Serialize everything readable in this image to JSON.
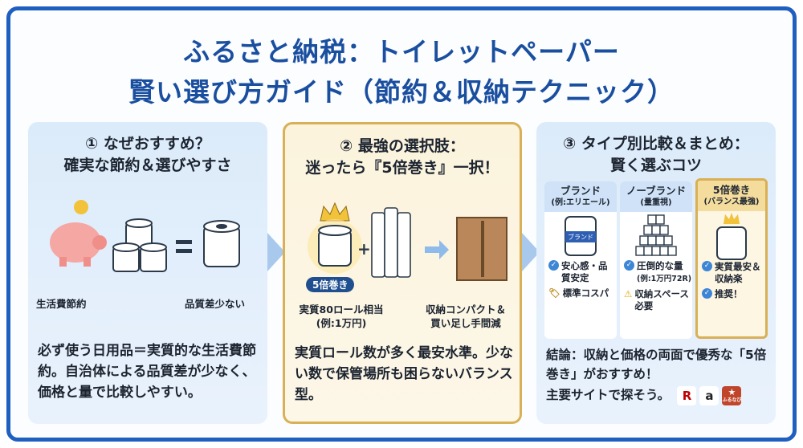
{
  "title": {
    "line1": "ふるさと納税：トイレットペーパー",
    "line2": "賢い選び方ガイド（節約＆収納テクニック）"
  },
  "panel1": {
    "heading1": "① なぜおすすめ？",
    "heading2": "確実な節約＆選びやすさ",
    "icon_left": "piggy-bank-with-coin",
    "label_left": "生活費節約",
    "equals": "=",
    "label_right": "品質差少ない",
    "body": "必ず使う日用品＝実質的な生活費節約。自治体による品質差が少なく、価格と量で比較しやすい。"
  },
  "panel2": {
    "heading1": "② 最強の選択肢：",
    "heading2": "迷ったら『5倍巻き』一択！",
    "badge": "5倍巻き",
    "plus": "+",
    "label_left1": "実質80ロール相当",
    "label_left2": "(例:1万円)",
    "label_right1": "収納コンパクト＆",
    "label_right2": "買い足し手間減",
    "body": "実質ロール数が多く最安水準。少ない数で保管場所も困らないバランス型。"
  },
  "panel3": {
    "heading1": "③ タイプ別比較＆まとめ：",
    "heading2": "賢く選ぶコツ",
    "columns": [
      {
        "title": "ブランド",
        "sub": "(例:エリエール)",
        "roll_label": "ブランド",
        "items": [
          {
            "icon": "check",
            "text": "安心感・品質安定"
          },
          {
            "icon": "price-tag",
            "text": "標準コスパ"
          }
        ]
      },
      {
        "title": "ノーブランド",
        "sub": "(量重視)",
        "items": [
          {
            "icon": "check",
            "text": "圧倒的な量",
            "sub": "(例:1万円72R)"
          },
          {
            "icon": "warning",
            "text": "収納スペース必要"
          }
        ]
      },
      {
        "title": "5倍巻き",
        "sub": "(バランス最強)",
        "items": [
          {
            "icon": "check",
            "text": "実質最安＆収納楽"
          },
          {
            "icon": "check",
            "text": "推奨！"
          }
        ]
      }
    ],
    "conclusion": "結論：収納と価格の両面で優秀な「5倍巻き」がおすすめ！",
    "conclusion2": "主要サイトで探そう。",
    "sites": [
      {
        "name": "R",
        "color": "#bf0000"
      },
      {
        "name": "a",
        "color": "#222222"
      },
      {
        "name": "ふるなび",
        "color": "#c0452a"
      }
    ]
  },
  "colors": {
    "accent": "#1a4fa0",
    "gold": "#d9b055",
    "panel": "#dcebfa"
  }
}
